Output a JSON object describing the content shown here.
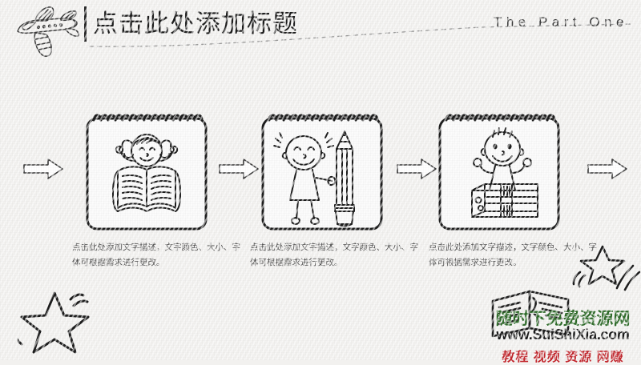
{
  "header": {
    "title": "点击此处添加标题",
    "part_label": "The Part One",
    "plane_icon": "airplane-icon",
    "trail_icon": "dashed-flight-trail"
  },
  "cards": [
    {
      "illustration": "girl-reading-open-book",
      "frame": "spiral-notepad"
    },
    {
      "illustration": "child-holding-giant-pencil",
      "frame": "spiral-notepad"
    },
    {
      "illustration": "child-with-gift-box",
      "frame": "spiral-notepad"
    }
  ],
  "arrows": [
    {
      "icon": "arrow-right-outline"
    },
    {
      "icon": "arrow-right-outline"
    },
    {
      "icon": "arrow-right-outline"
    },
    {
      "icon": "arrow-right-outline"
    }
  ],
  "captions": [
    "点击此处添加文字描述，文字颜色、大小、字体可根据需求进行更改。",
    "点击此处添加文字描述，文字颜色、大小、字体可根据需求进行更改。",
    "点击此处添加文字描述，文字颜色、大小、字体可根据需求进行更改。"
  ],
  "decorations": [
    {
      "icon": "star-doodle-left"
    },
    {
      "icon": "star-doodle-right"
    }
  ],
  "watermark": {
    "brand": "随时下免费资源网",
    "url": "www.SuiShiXia.com",
    "tags": "教程 视频 资源 网赚",
    "book_icon": "open-book-doodle",
    "brand_color": "#2f6b2a",
    "url_color": "#1a1a1a",
    "tags_color": "#c1272d"
  },
  "colors": {
    "background": "#f2f1ef",
    "ink": "#1d1d1d",
    "caption_text": "#4a4a4a"
  }
}
